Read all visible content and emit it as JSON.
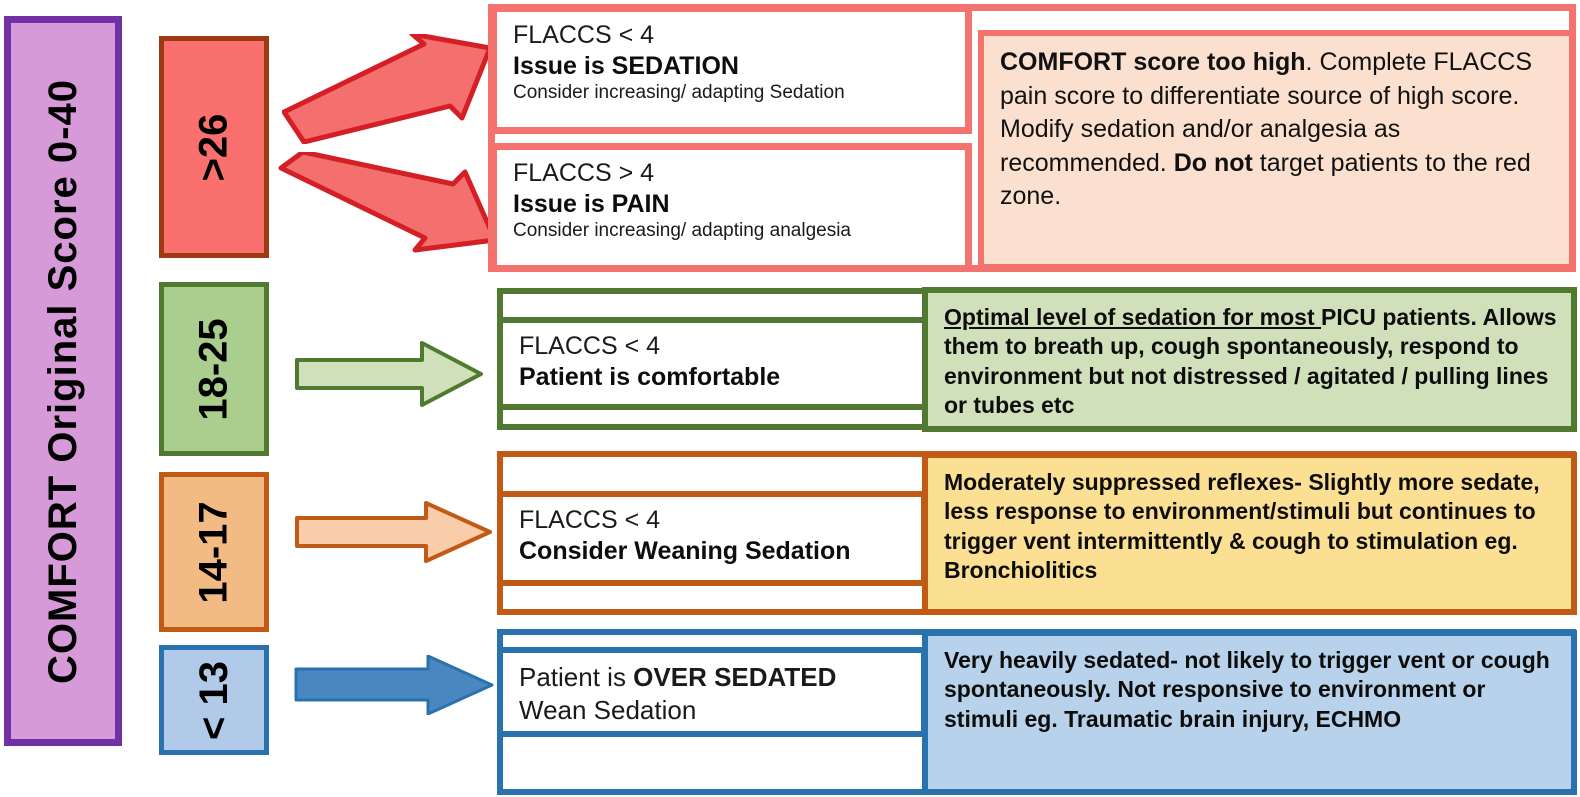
{
  "title_bar": {
    "label": "COMFORT  Original  Score   0-40",
    "fill": "#d69ad9",
    "border": "#7130a3"
  },
  "zones": [
    {
      "id": "red",
      "chip_label": ">26",
      "chip_fill": "#f9706f",
      "chip_border": "#9c3a12",
      "accent": "#f4736f",
      "panel_fill": "#fbe0d0",
      "arrows": [
        "arrow-up-right-red",
        "arrow-down-right-red"
      ],
      "actions": [
        {
          "flaccs": "FLACCS < 4",
          "issue": "Issue is SEDATION",
          "advice": "Consider increasing/ adapting Sedation"
        },
        {
          "flaccs": "FLACCS > 4",
          "issue": "Issue is PAIN",
          "advice": "Consider increasing/ adapting analgesia"
        }
      ],
      "description": {
        "bold_1": "COMFORT score too high",
        "text_1": ". Complete FLACCS pain score to differentiate source of high score. Modify sedation and/or analgesia as recommended. ",
        "bold_2": "Do not",
        "text_2": " target patients to the red zone."
      }
    },
    {
      "id": "green",
      "chip_label": "18-25",
      "chip_fill": "#a9ce8d",
      "chip_border": "#4f7a2f",
      "accent": "#4f7a2f",
      "panel_fill": "#cfe0ba",
      "arrows": [
        "arrow-right-green"
      ],
      "actions": [
        {
          "flaccs": "FLACCS < 4",
          "issue": "Patient is comfortable",
          "advice": ""
        }
      ],
      "description": {
        "underlined": "Optimal level of sedation for most ",
        "text_1": "PICU patients. Allows them to breath up, cough spontaneously, respond to environment but not distressed / agitated / pulling lines or tubes etc"
      }
    },
    {
      "id": "orange",
      "chip_label": "14-17",
      "chip_fill": "#f2bb84",
      "chip_border": "#c05a14",
      "accent": "#c05a14",
      "panel_fill": "#fbdf92",
      "arrows": [
        "arrow-right-orange"
      ],
      "actions": [
        {
          "flaccs": "FLACCS < 4",
          "issue": "Consider Weaning Sedation",
          "advice": ""
        }
      ],
      "description": {
        "text_1": "Moderately suppressed reflexes- Slightly more sedate, less response to environment/stimuli but continues to trigger vent intermittently & cough to stimulation eg. Bronchiolitics"
      }
    },
    {
      "id": "blue",
      "chip_label": "< 13",
      "chip_fill": "#b2caea",
      "chip_border": "#2a72ae",
      "accent": "#2a72ae",
      "panel_fill": "#b7d2ea",
      "arrows": [
        "arrow-right-blue"
      ],
      "actions": [
        {
          "prefix": "Patient is ",
          "bold": "OVER SEDATED",
          "advice": "Wean Sedation"
        }
      ],
      "description": {
        "text_1": "Very heavily sedated- not likely to trigger vent or cough spontaneously. Not responsive to environment or stimuli eg. Traumatic brain injury, ECHMO"
      }
    }
  ]
}
